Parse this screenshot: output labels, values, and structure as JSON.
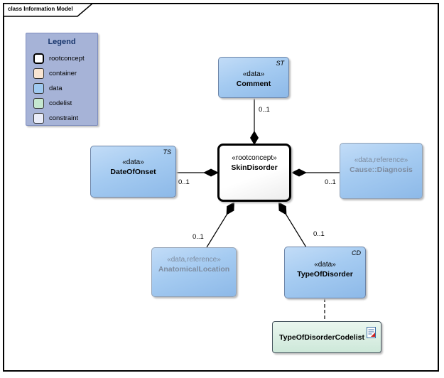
{
  "frame": {
    "title": "class Information Model"
  },
  "legend": {
    "title": "Legend",
    "items": [
      {
        "label": "rootconcept",
        "color": "#FFFFFF"
      },
      {
        "label": "container",
        "color": "#F9E5D2"
      },
      {
        "label": "data",
        "color": "#9FC9F0"
      },
      {
        "label": "codelist",
        "color": "#C5E7D0"
      },
      {
        "label": "constraint",
        "color": "#EAEDF9"
      }
    ]
  },
  "nodes": {
    "comment": {
      "stereotype": "«data»",
      "name": "Comment",
      "type_indicator": "ST"
    },
    "skindisorder": {
      "stereotype": "«rootconcept»",
      "name": "SkinDisorder"
    },
    "dateofonset": {
      "stereotype": "«data»",
      "name": "DateOfOnset",
      "type_indicator": "TS"
    },
    "diagnosis": {
      "stereotype": "«data,reference»",
      "name": "Cause::Diagnosis"
    },
    "anatomicallocation": {
      "stereotype": "«data,reference»",
      "name": "AnatomicalLocation"
    },
    "typeofdisorder": {
      "stereotype": "«data»",
      "name": "TypeOfDisorder",
      "type_indicator": "CD"
    },
    "typeofdisordercodelist": {
      "name": "TypeOfDisorderCodelist"
    }
  },
  "edges": {
    "comment_skindisorder": {
      "multiplicity": "0..1"
    },
    "dateofonset_skindisorder": {
      "multiplicity": "0..1"
    },
    "skindisorder_diagnosis": {
      "multiplicity": "0..1"
    },
    "skindisorder_anatomicallocation": {
      "multiplicity": "0..1"
    },
    "skindisorder_typeofdisorder": {
      "multiplicity": "0..1"
    }
  },
  "colors": {
    "data_fill": "#9FC9F0",
    "rootconcept_fill": "#FFFFFF",
    "codelist_fill": "#DCEFE3",
    "reference_text": "#7E8CA0",
    "legend_bg": "#A6B3D7",
    "diamond": "#000000"
  }
}
